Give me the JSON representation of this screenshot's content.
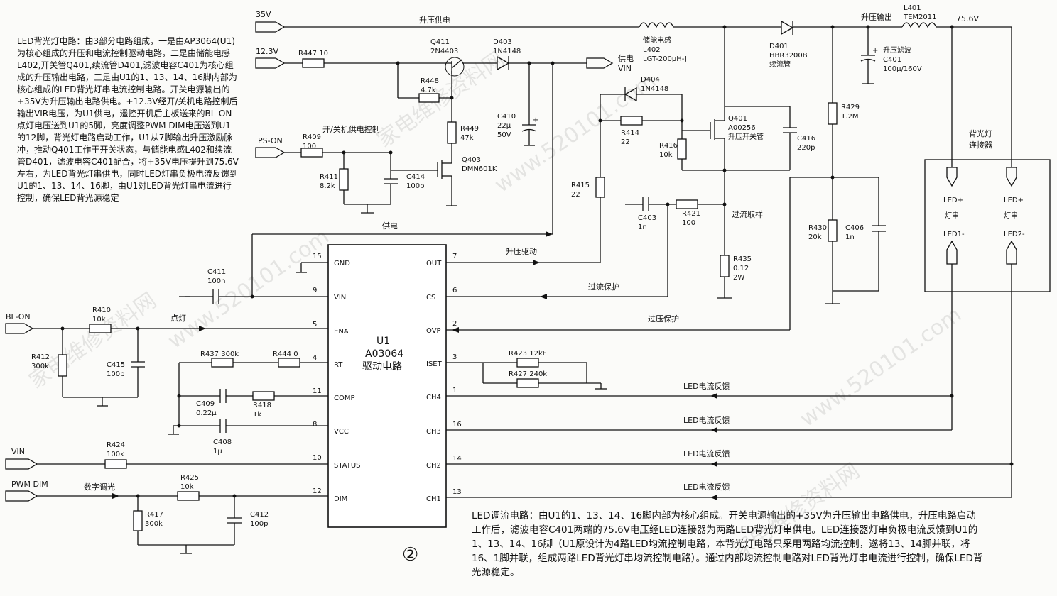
{
  "description_top": "LED背光灯电路：由3部分电路组成，一是由AP3064(U1)为核心组成的升压和电流控制驱动电路，二是由储能电感L402,开关管Q401,续流管D401,滤波电容C401为核心组成的升压输出电路，三是由U1的1、13、14、16脚内部为核心组成的LED背光灯串电流控制电路。开关电源输出的+35V为升压输出电路供电。+12.3V经开/关机电路控制后输出VIR电压，为U1供电，遥控开机后主板送来的BL-ON点灯电压送到U1的5脚，亮度调整PWM DIM电压送到U1的12脚，背光灯电路启动工作，U1从7脚输出升压激励脉冲，推动Q401工作于开关状态，与储能电感L402和续流管D401，滤波电容C401配合，将+35V电压提升到75.6V左右，为LED背光灯串供电，同时LED灯串负极电流反馈到U1的1、13、14、16脚，由U1对LED背光灯串电流进行控制，确保LED背光源稳定",
  "description_bottom": "LED调流电路：由U1的1、13、14、16脚内部为核心组成。开关电源输出的+35V为升压输出电路供电，升压电路启动工作后，滤波电容C401两端的75.6V电压经LED连接器为两路LED背光灯串供电。LED连接器灯串负极电流反馈到U1的1、13、14、16脚（U1原设计为4路LED均流控制电路，本背光灯电路只采用两路均流控制，遂将13、14脚并联，将16、1脚并联，组成两路LED背光灯串均流控制电路）。通过内部均流控制电路对LED背光灯串电流进行控制，确保LED背光源稳定。",
  "figure_number": "②",
  "watermarks": [
    "家电维修资料网",
    "www.520101.com"
  ],
  "chip": {
    "ref": "U1",
    "part": "A03064",
    "name": "驱动电路",
    "left_pins": [
      {
        "num": "15",
        "name": "GND"
      },
      {
        "num": "9",
        "name": "VIN"
      },
      {
        "num": "5",
        "name": "ENA"
      },
      {
        "num": "4",
        "name": "RT"
      },
      {
        "num": "11",
        "name": "COMP"
      },
      {
        "num": "8",
        "name": "VCC"
      },
      {
        "num": "10",
        "name": "STATUS"
      },
      {
        "num": "12",
        "name": "DIM"
      }
    ],
    "right_pins": [
      {
        "num": "7",
        "name": "OUT"
      },
      {
        "num": "6",
        "name": "CS"
      },
      {
        "num": "2",
        "name": "OVP"
      },
      {
        "num": "3",
        "name": "ISET"
      },
      {
        "num": "1",
        "name": "CH4"
      },
      {
        "num": "16",
        "name": "CH3"
      },
      {
        "num": "14",
        "name": "CH2"
      },
      {
        "num": "13",
        "name": "CH1"
      }
    ]
  },
  "terminals": {
    "v35": "35V",
    "v12": "12.3V",
    "ps_on": "PS-ON",
    "bl_on": "BL-ON",
    "vin_in": "VIN",
    "pwm_dim": "PWM DIM",
    "vin_out_top": "供电",
    "vin_out_bot": "VIN"
  },
  "net_labels": {
    "boost_supply": "升压供电",
    "boost_out": "升压输出",
    "v_out": "75.6V",
    "power_ctrl": "开/关机供电控制",
    "supply": "供电",
    "boost_drive": "升压驱动",
    "oc_protect": "过流保护",
    "ov_protect": "过压保护",
    "light": "点灯",
    "digital_dim": "数字调光",
    "oc_sample": "过流取样",
    "fb1": "LED电流反馈",
    "fb2": "LED电流反馈",
    "fb3": "LED电流反馈",
    "fb4": "LED电流反馈"
  },
  "components": {
    "r447": "R447  10",
    "q411": "Q411",
    "q411_type": "2N4403",
    "d403": "D403",
    "d403_type": "1N4148",
    "r448": "R448",
    "r448_val": "4.7k",
    "r449": "R449",
    "r449_val": "47k",
    "c410": "C410",
    "c410_val": "22μ",
    "c410_v": "50V",
    "r409": "R409",
    "r409_val": "100",
    "r411": "R411",
    "r411_val": "8.2k",
    "c414": "C414",
    "c414_val": "100p",
    "q403": "Q403",
    "q403_type": "DMN601K",
    "l402_title": "储能电感",
    "l402": "L402",
    "l402_type": "LGT-200μH-J",
    "d401": "D401",
    "d401_type": "HBR3200B",
    "d401_name": "续流管",
    "l401": "L401",
    "l401_type": "TEM2011",
    "c401_title": "升压滤波",
    "c401": "C401",
    "c401_val": "100μ/160V",
    "d404": "D404",
    "d404_type": "1N4148",
    "r414": "R414",
    "r414_val": "22",
    "r416": "R416",
    "r416_val": "10k",
    "q401": "Q401",
    "q401_type": "A00256",
    "q401_name": "升压开关管",
    "c416": "C416",
    "c416_val": "220p",
    "r429": "R429",
    "r429_val": "1.2M",
    "r415": "R415",
    "r415_val": "22",
    "c403": "C403",
    "c403_val": "1n",
    "r421": "R421",
    "r421_val": "100",
    "r435": "R435",
    "r435_val": "0.12",
    "r435_w": "2W",
    "r430": "R430",
    "r430_val": "20k",
    "c406": "C406",
    "c406_val": "1n",
    "c411": "C411",
    "c411_val": "100n",
    "r410": "R410",
    "r410_val": "10k",
    "r412": "R412",
    "r412_val": "300k",
    "c415": "C415",
    "c415_val": "100p",
    "r437": "R437  300k",
    "r444": "R444  0",
    "c409": "C409",
    "c409_val": "0.22μ",
    "r418": "R418",
    "r418_val": "1k",
    "c408": "C408",
    "c408_val": "1μ",
    "r424": "R424",
    "r424_val": "100k",
    "r425": "R425",
    "r425_val": "10k",
    "r417": "R417",
    "r417_val": "300k",
    "c412": "C412",
    "c412_val": "100p",
    "r423": "R423  12kF",
    "r427": "R427  240k"
  },
  "connector": {
    "title1": "背光灯",
    "title2": "连接器",
    "plus1": "LED+",
    "plus2": "LED+",
    "string1": "灯串",
    "string2": "灯串",
    "minus1": "LED1-",
    "minus2": "LED2-"
  }
}
